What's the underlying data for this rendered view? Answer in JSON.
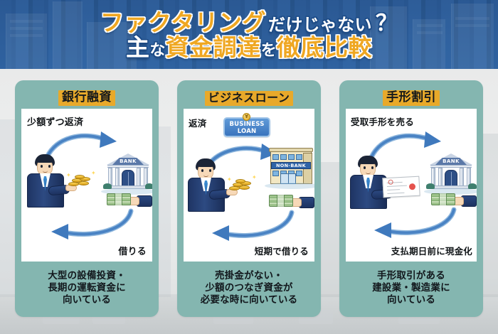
{
  "header": {
    "title_line1": [
      {
        "text": "ファクタリング",
        "style": "gold"
      },
      {
        "text": "だけじゃない",
        "style": "white-sub"
      },
      {
        "text": "？",
        "style": "white-qm"
      }
    ],
    "title_line2": [
      {
        "text": "主",
        "style": "white-big"
      },
      {
        "text": "な",
        "style": "white-small"
      },
      {
        "text": "資金調達",
        "style": "gold"
      },
      {
        "text": "を",
        "style": "white-small"
      },
      {
        "text": "徹底比較",
        "style": "gold"
      }
    ],
    "line1_main": "ファクタリング",
    "line1_sub": "だけじゃない",
    "line1_mark": "？",
    "line2_a": "主",
    "line2_b": "な",
    "line2_c": "資金調達",
    "line2_d": "を",
    "line2_e": "徹底比較"
  },
  "colors": {
    "header_bg": "#2f6ab0",
    "accent_gold": "#efa722",
    "highlight_gold": "#e8a92a",
    "card_bg": "#84b6b0",
    "panel_bg": "#ffffff",
    "text_dark": "#12171c",
    "arrow_blue": "#4a83c4"
  },
  "cards": [
    {
      "title": "銀行融資",
      "top_label": "少額ずつ返済",
      "bottom_label": "借りる",
      "description": "大型の設備投資・\n長期の運転資金に\n向いている",
      "desc_lines": [
        "大型の設備投資・",
        "長期の運転資金に",
        "向いている"
      ],
      "counterparty": "BANK",
      "counterparty_type": "bank-building",
      "actor": "businessman-with-coins",
      "sign": null
    },
    {
      "title": "ビジネスローン",
      "top_label": "返済",
      "bottom_label": "短期で借りる",
      "description": "売掛金がない・\n少額のつなぎ資金が\n必要な時に向いている",
      "desc_lines": [
        "売掛金がない・",
        "少額のつなぎ資金が",
        "必要な時に向いている"
      ],
      "counterparty": "NON-BANK",
      "counterparty_type": "nonbank-building",
      "actor": "businessman-with-coins",
      "sign": {
        "line1": "BUSINESS",
        "line2": "LOAN",
        "coin": "¥"
      }
    },
    {
      "title": "手形割引",
      "top_label": "受取手形を売る",
      "bottom_label": "支払期日前に現金化",
      "description": "手形取引がある\n建設業・製造業に\n向いている",
      "desc_lines": [
        "手形取引がある",
        "建設業・製造業に",
        "向いている"
      ],
      "counterparty": "BANK",
      "counterparty_type": "bank-building",
      "actor": "businessman-with-note",
      "sign": null
    }
  ]
}
